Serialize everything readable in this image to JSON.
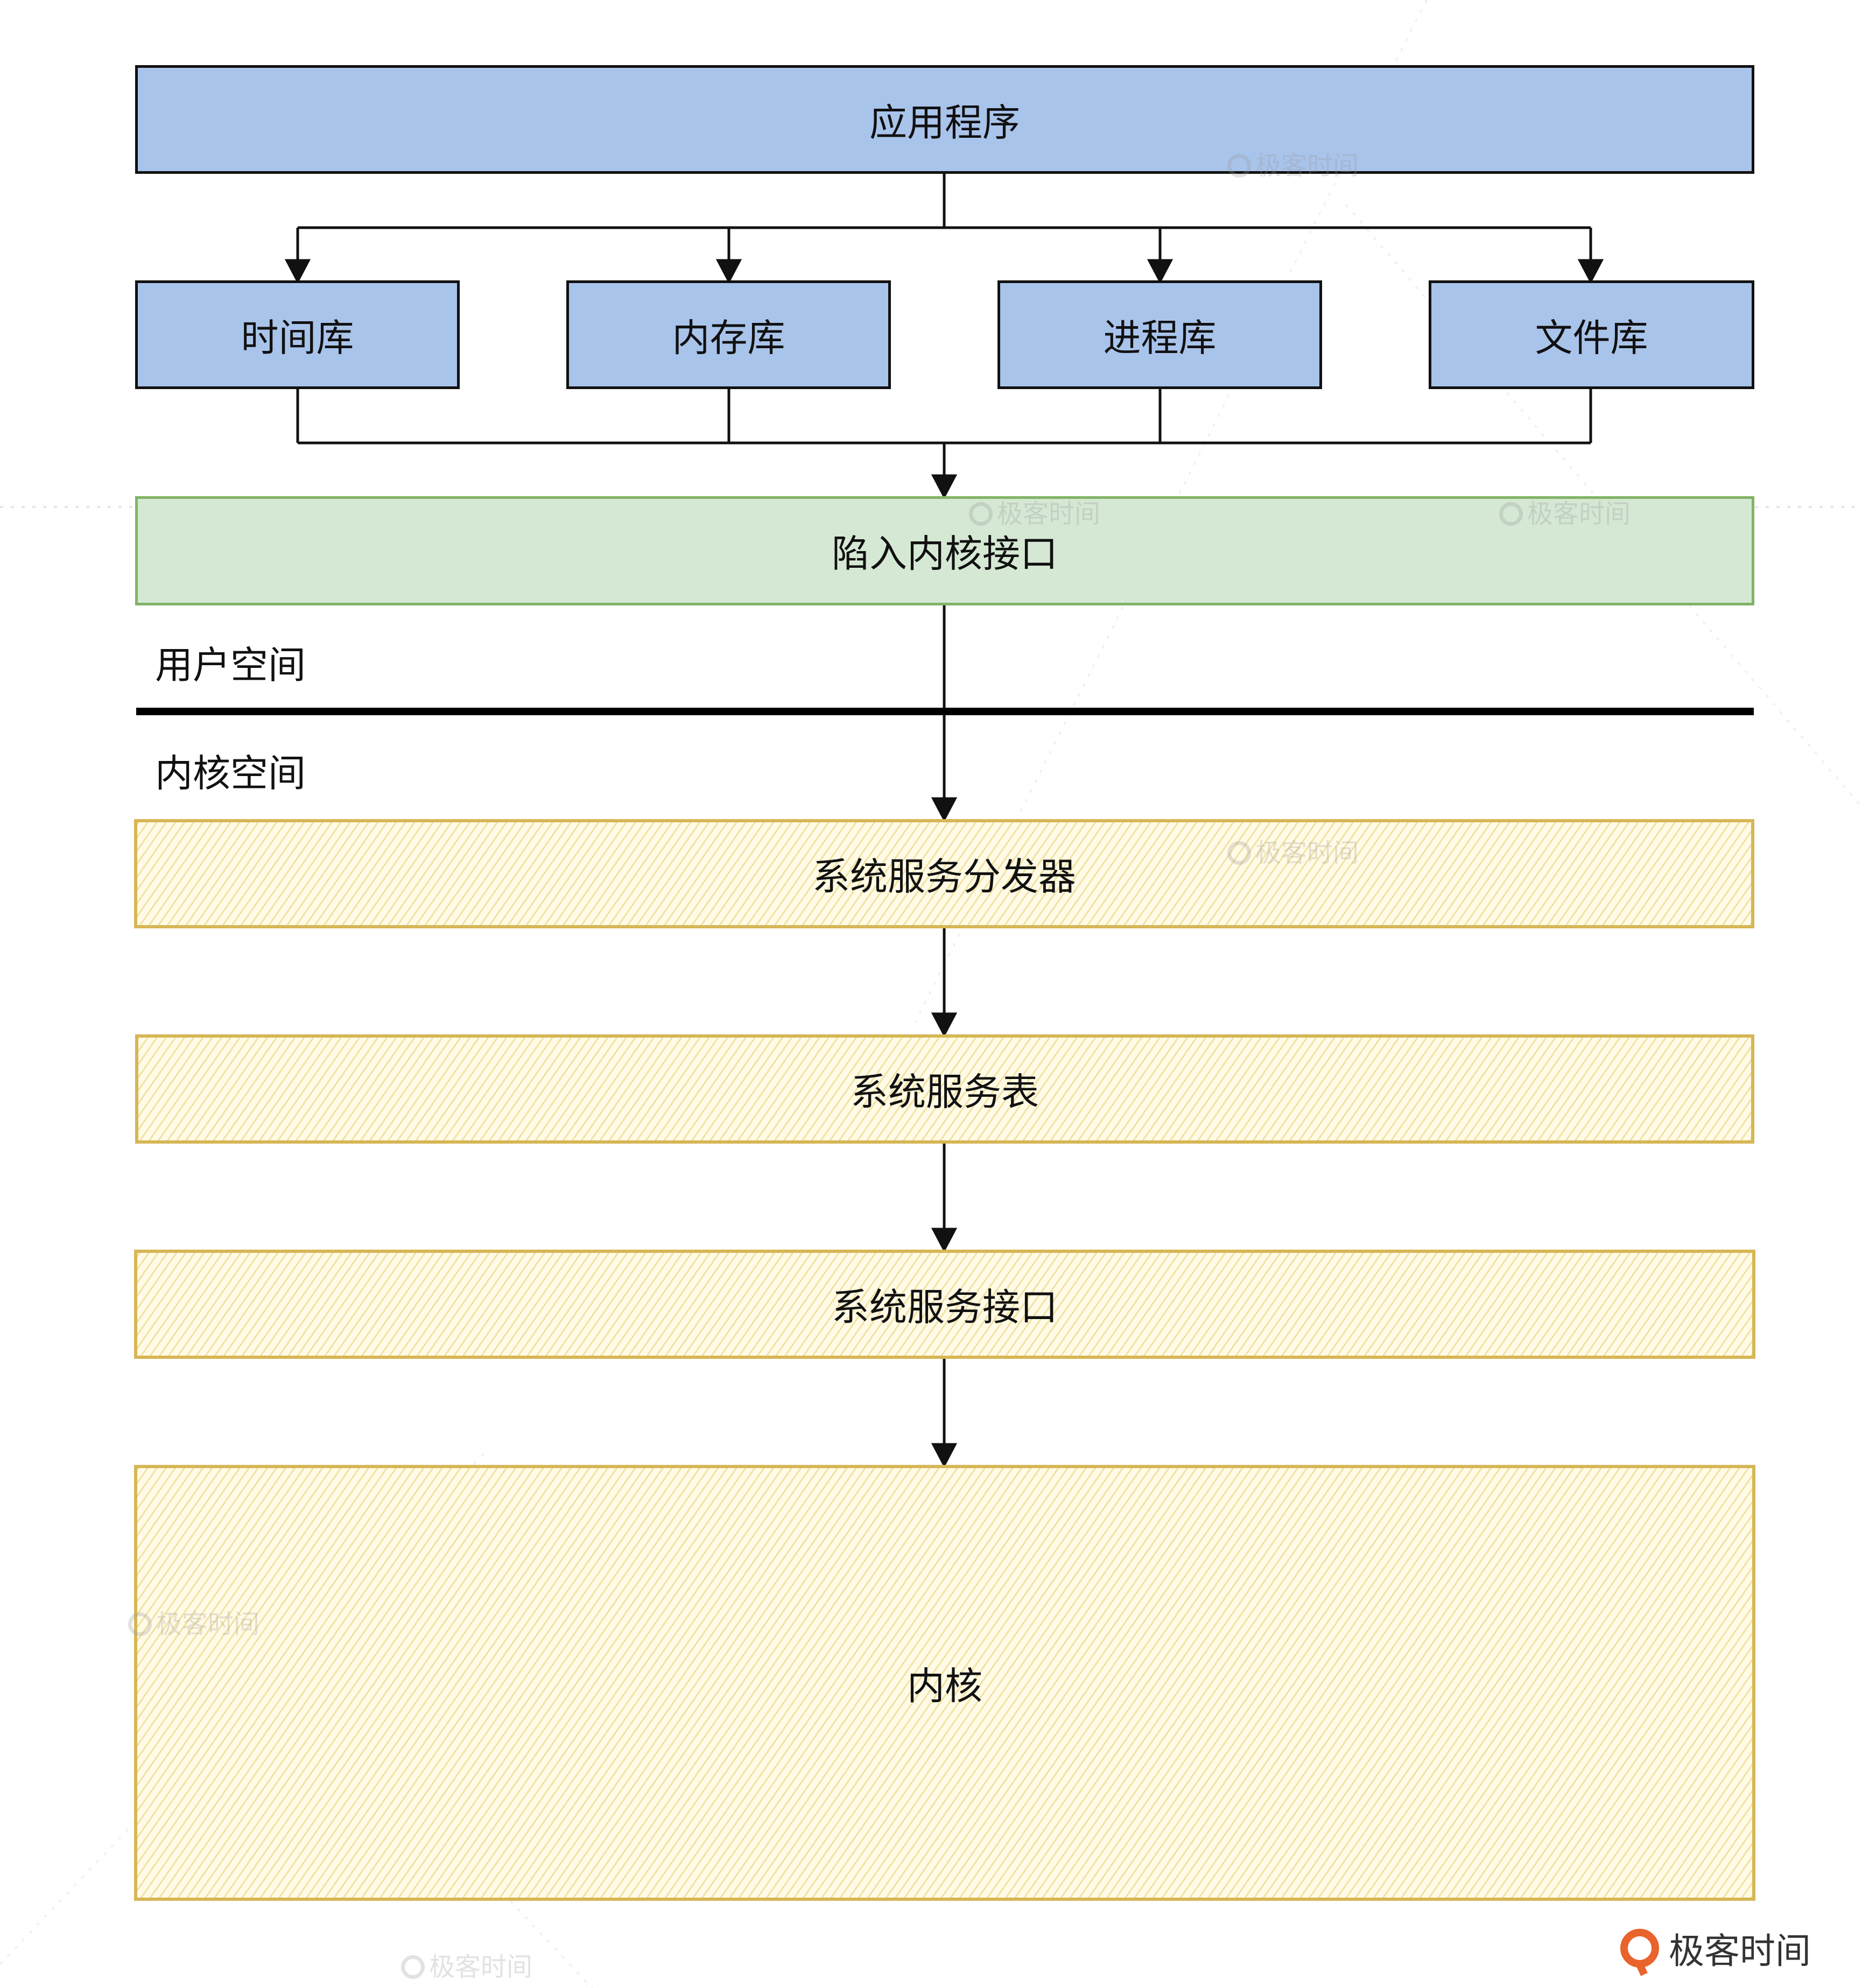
{
  "diagram": {
    "app": "应用程序",
    "libraries": [
      "时间库",
      "内存库",
      "进程库",
      "文件库"
    ],
    "trap": "陷入内核接口",
    "user_space": "用户空间",
    "kernel_space": "内核空间",
    "dispatcher": "系统服务分发器",
    "service_table": "系统服务表",
    "service_interface": "系统服务接口",
    "kernel": "内核"
  },
  "watermark": "极客时间",
  "logo_text": "极客时间"
}
